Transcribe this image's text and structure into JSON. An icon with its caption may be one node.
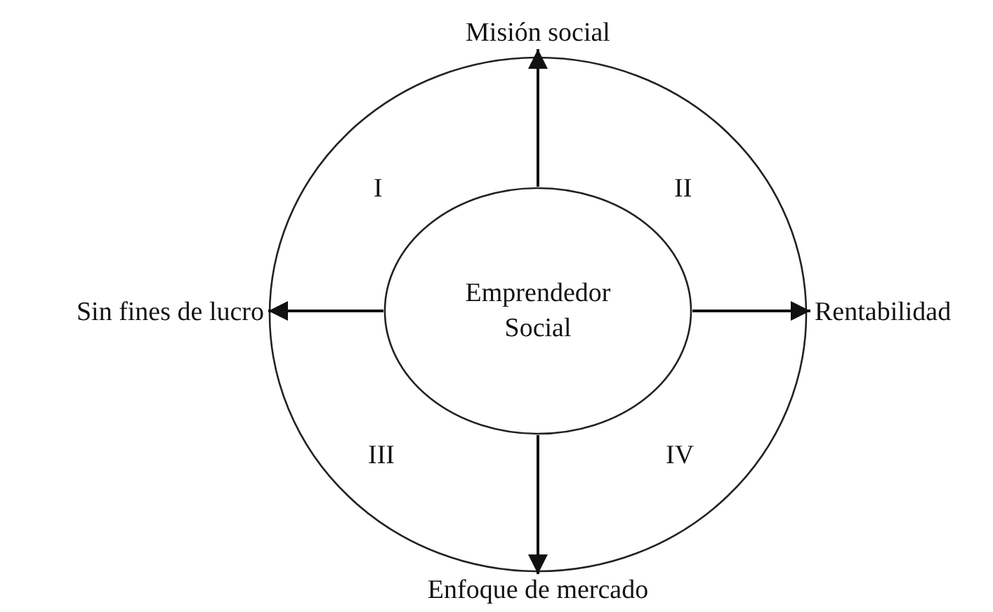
{
  "diagram": {
    "nodes": [
      {
        "text": [],
        "shape": "circle"
      },
      {
        "text": [
          "Emprendedor Social"
        ],
        "in": 0
      },
      {
        "text": [
          "Misión social"
        ]
      },
      {
        "text": [
          "Sin fines de lucro"
        ]
      },
      {
        "text": [
          "Rentabilidad"
        ]
      },
      {
        "text": [
          "Enfoque de mercado"
        ]
      }
    ],
    "edges": [
      {
        "from": 1,
        "to": 2,
        "arrow": "to"
      },
      {
        "from": 1,
        "to": 3,
        "arrow": "to"
      },
      {
        "from": 1,
        "to": 4,
        "arrow": "to"
      },
      {
        "from": 1,
        "to": 5,
        "arrow": "to"
      }
    ],
    "labels": [
      "I",
      "II",
      "III",
      "IV"
    ]
  }
}
